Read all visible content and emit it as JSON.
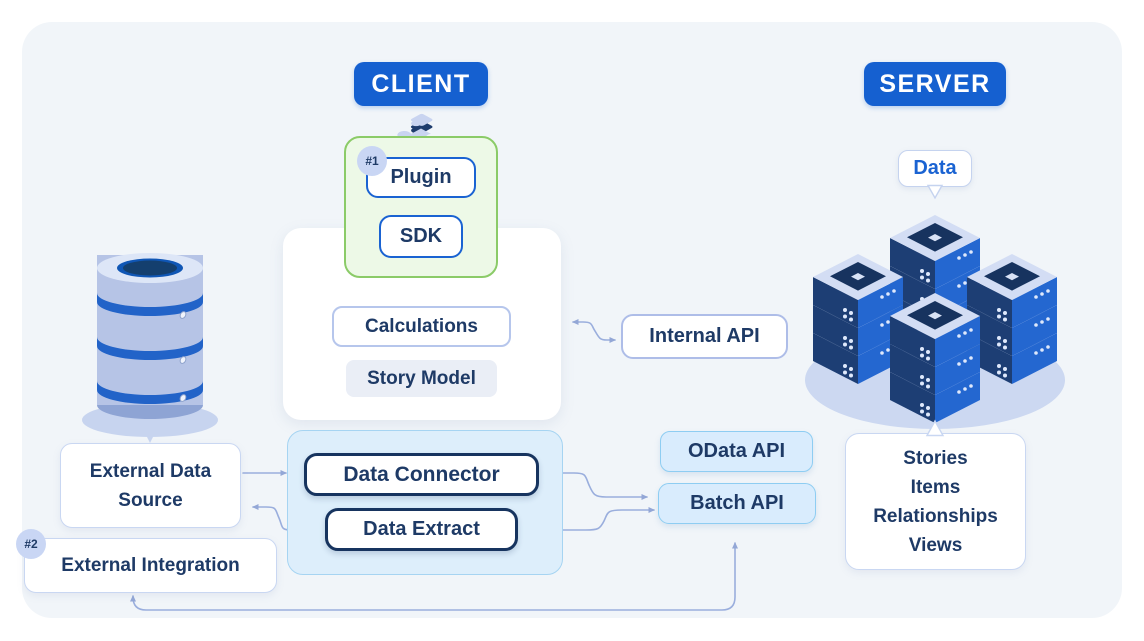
{
  "headers": {
    "client": "CLIENT",
    "server": "SERVER"
  },
  "badges": {
    "plugin": "#1",
    "integration": "#2"
  },
  "client": {
    "plugin": "Plugin",
    "sdk": "SDK",
    "calculations": "Calculations",
    "story_model": "Story Model"
  },
  "apis": {
    "internal": "Internal API",
    "odata": "OData API",
    "batch": "Batch API"
  },
  "external": {
    "data_source": "External Data Source",
    "integration": "External Integration"
  },
  "connector_group": {
    "data_connector": "Data Connector",
    "data_extract": "Data Extract"
  },
  "server": {
    "data_label": "Data",
    "items": [
      "Stories",
      "Items",
      "Relationships",
      "Views"
    ]
  },
  "icons": {
    "puzzle": "puzzle-icon",
    "database": "database-icon",
    "server_stack": "server-stack-icon"
  },
  "colors": {
    "header_bg": "#1560d0",
    "navy_text": "#1e3a66",
    "blue_border": "#1a63d2",
    "green_border": "#8bcb68",
    "light_blue_container": "#ddeefb",
    "api_chip_bg": "#d9ecfd",
    "connector_line": "#9aaedd",
    "card_bg": "#f1f5f9"
  }
}
